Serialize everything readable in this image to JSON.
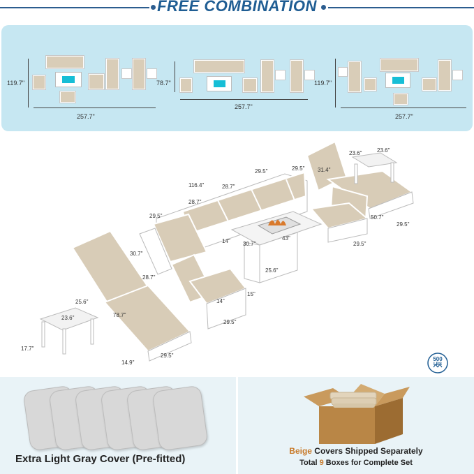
{
  "header": {
    "title": "FREE COMBINATION"
  },
  "combos": [
    {
      "height": "119.7\"",
      "width": "257.7\""
    },
    {
      "height": "78.7\"",
      "width": "257.7\""
    },
    {
      "height": "119.7\"",
      "width": "257.7\""
    }
  ],
  "dimensions": {
    "sectional_length": "116.4\"",
    "seat_a": "28.7\"",
    "seat_b": "28.7\"",
    "seat_c": "29.5\"",
    "seat_d": "29.5\"",
    "depth_right": "29.5\"",
    "back_height": "31.4\"",
    "side_table_w": "23.6\"",
    "side_table_d": "23.6\"",
    "chaise_right_len": "50.7\"",
    "chaise_right_w": "29.5\"",
    "chair_right_w": "29.5\"",
    "fire_len": "43\"",
    "fire_w": "30.7\"",
    "fire_h": "25.6\"",
    "corner_depth": "30.7\"",
    "corner_len": "28.7\"",
    "arm_h": "14\"",
    "seat_h": "15\"",
    "chair_left_w": "29.5\"",
    "chaise_left_len": "78.7\"",
    "chaise_left_w": "29.5\"",
    "chaise_left_h": "14.9\"",
    "table_left_w": "25.6\"",
    "table_left_d": "23.6\"",
    "table_left_h": "17.7\"",
    "sofa_arm": "14\""
  },
  "badge": {
    "value": "500",
    "unit": "LBS"
  },
  "covers": {
    "caption": "Extra Light Gray Cover (Pre-fitted)"
  },
  "shipping": {
    "line1_highlight": "Beige",
    "line1_rest": " Covers Shipped Separately",
    "line2_prefix": "Total ",
    "line2_count": "9",
    "line2_rest": " Boxes for Complete Set"
  },
  "colors": {
    "title": "#1f5d93",
    "panel": "#c6e7f2",
    "cushion": "#d9cdb8",
    "fire": "#16bed6",
    "accent_beige": "#c87a2a"
  }
}
